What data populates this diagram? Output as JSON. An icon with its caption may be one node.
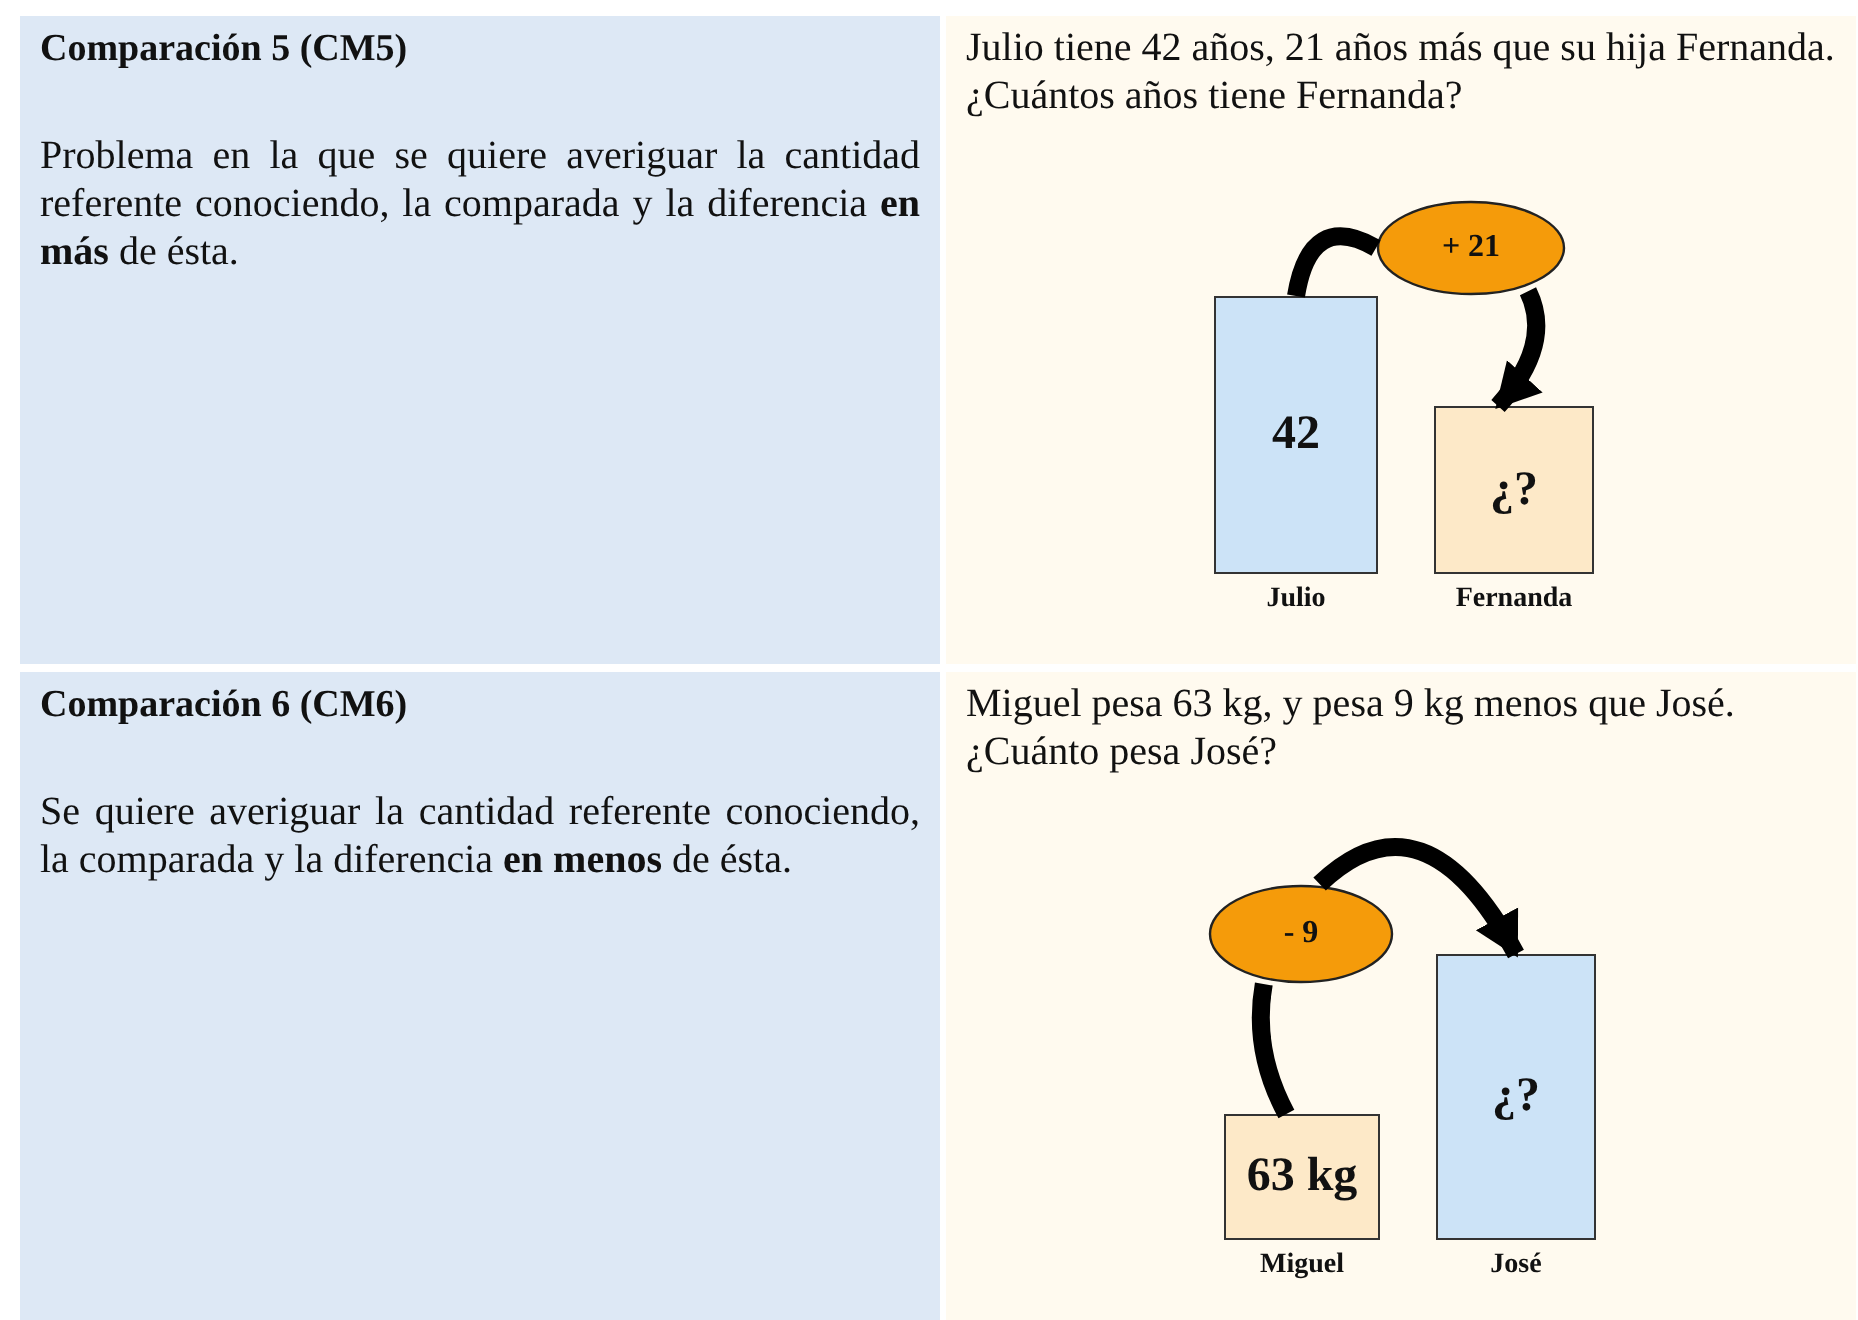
{
  "diagram": {
    "nodes": [
      {
        "text": [
          "Comparación 5 (CM5)",
          "Problema en la que se quiere averiguar la cantidad referente conociendo, la comparada y la diferencia **en más** de ésta."
        ]
      },
      {
        "text": [
          "Julio tiene 42 años, 21 años más que su hija Fernanda. ¿Cuántos años tiene Fernanda?"
        ]
      },
      {
        "text": [
          "42"
        ],
        "in": 1,
        "beside": [
          "Julio"
        ]
      },
      {
        "text": [
          "¿?"
        ],
        "in": 1,
        "beside": [
          "Fernanda"
        ]
      },
      {
        "text": [
          "+ 21"
        ],
        "in": 1
      },
      {
        "text": [
          "Comparación 6 (CM6)",
          "Se quiere averiguar la cantidad referente conociendo, la comparada y la diferencia **en menos** de ésta."
        ]
      },
      {
        "text": [
          "Miguel pesa 63 kg, y pesa 9 kg menos que José. ¿Cuánto pesa José?"
        ]
      },
      {
        "text": [
          "- 9"
        ],
        "in": 6
      },
      {
        "text": [
          "63 kg"
        ],
        "in": 6,
        "beside": [
          "Miguel"
        ]
      },
      {
        "text": [
          "¿?"
        ],
        "in": 6,
        "beside": [
          "José"
        ]
      }
    ],
    "edges": [
      {
        "from": 2,
        "to": 4,
        "arrow": "none"
      },
      {
        "from": 4,
        "to": 3,
        "arrow": "to"
      },
      {
        "from": 8,
        "to": 7,
        "arrow": "none"
      },
      {
        "from": 7,
        "to": 9,
        "arrow": "to"
      }
    ]
  }
}
